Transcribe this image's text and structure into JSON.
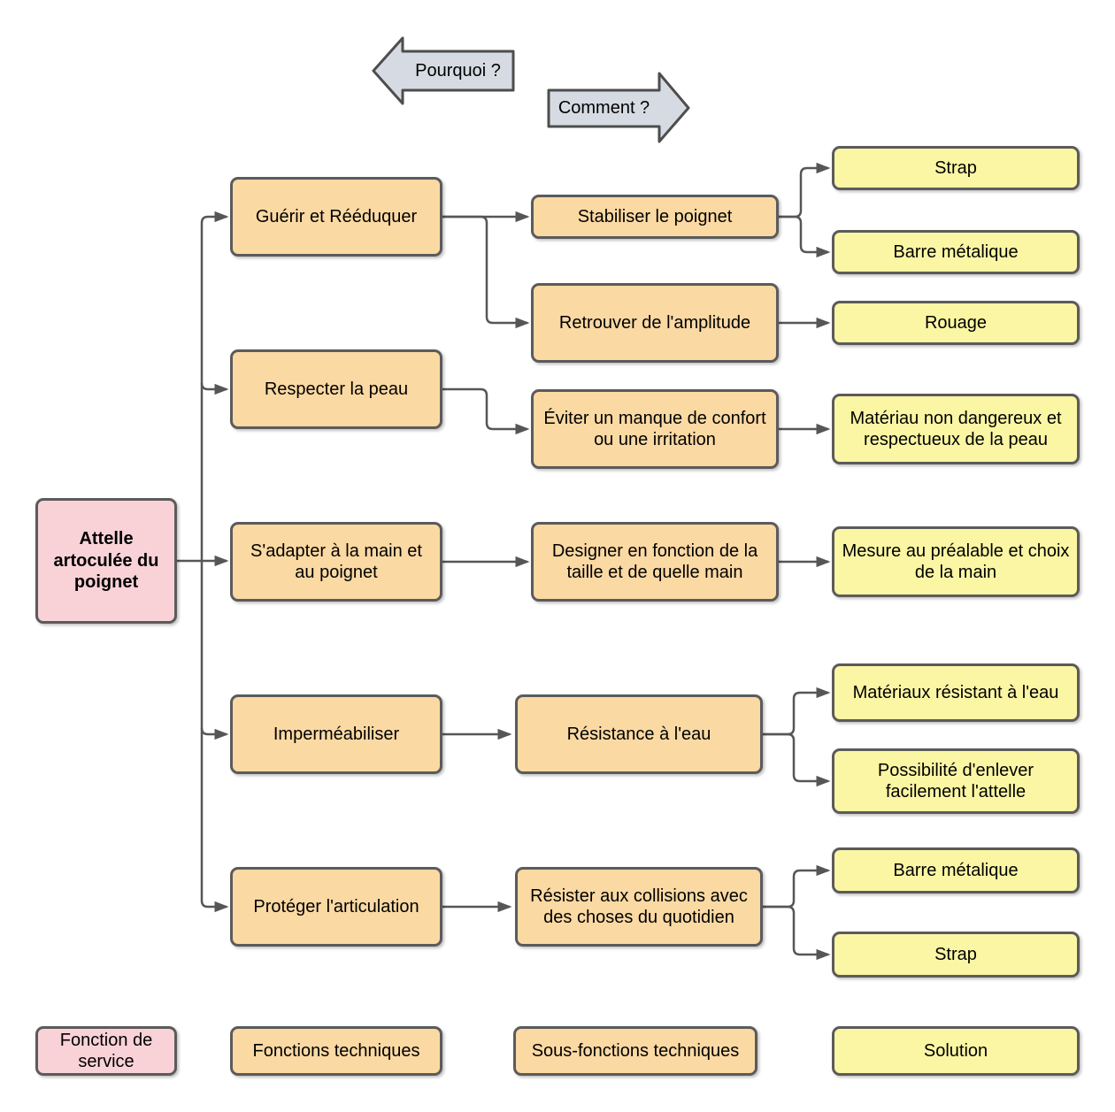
{
  "diagram": {
    "direction_arrows": {
      "why": "Pourquoi ?",
      "how": "Comment ?"
    },
    "root": "Attelle artoculée du poignet",
    "functions": [
      "Guérir et Rééduquer",
      "Respecter la peau",
      "S'adapter à la main et au poignet",
      "Imperméabiliser",
      "Protéger l'articulation"
    ],
    "subfunctions": [
      "Stabiliser le poignet",
      "Retrouver de l'amplitude",
      "Éviter un manque de confort ou une irritation",
      "Designer en fonction de la taille et de quelle main",
      "Résistance à l'eau",
      "Résister aux collisions avec des choses du quotidien"
    ],
    "solutions": [
      "Strap",
      "Barre métalique",
      "Rouage",
      "Matériau non dangereux et respectueux de la peau",
      "Mesure au préalable et choix de la main",
      "Matériaux résistant à l'eau",
      "Possibilité d'enlever facilement l'attelle",
      "Barre métalique",
      "Strap"
    ],
    "legend": [
      "Fonction de service",
      "Fonctions techniques",
      "Sous-fonctions techniques",
      "Solution"
    ],
    "colors": {
      "service_fill": "#f9d2d7",
      "function_fill": "#fbd9a3",
      "solution_fill": "#fbf6a3",
      "direction_arrow_fill": "#d6dbe3",
      "box_border": "#5b5b5b",
      "connector": "#565656"
    }
  }
}
